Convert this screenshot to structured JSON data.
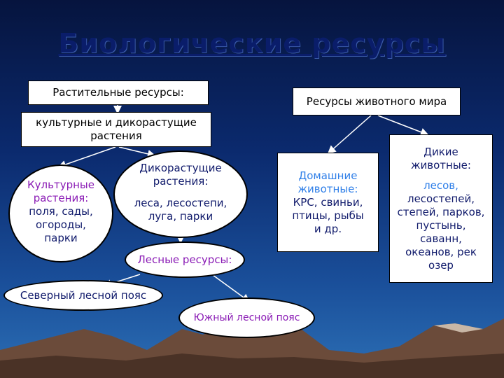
{
  "title": "Биологические ресурсы",
  "plant_resources": {
    "label": "Растительные ресурсы:"
  },
  "animal_resources": {
    "label": "Ресурсы животного мира"
  },
  "cultivated_wild": {
    "line1": "культурные и дикорастущие",
    "line2": "растения"
  },
  "cultivated_plants": {
    "heading_1": "Культурные",
    "heading_2": "растения:",
    "items_1": "поля, сады,",
    "items_2": "огороды,",
    "items_3": "парки"
  },
  "wild_plants": {
    "heading_1": "Дикорастущие",
    "heading_2": "растения:",
    "items_1": "леса, лесостепи,",
    "items_2": "луга, парки"
  },
  "forest_resources": {
    "label": "Лесные ресурсы:"
  },
  "northern_belt": {
    "label": "Северный лесной пояс"
  },
  "southern_belt": {
    "label": "Южный лесной пояс"
  },
  "domestic_animals": {
    "line1": "Домашние",
    "line2": "животные:",
    "line3": "КРС, свиньи,",
    "line4": "птицы, рыбы",
    "line5": "и др."
  },
  "wild_animals": {
    "line1": "Дикие",
    "line2": "животные:",
    "line3": "лесов,",
    "line4": "лесостепей,",
    "line5": "степей, парков,",
    "line6": "пустынь,",
    "line7": "саванн,",
    "line8": "океанов, рек",
    "line9": "озер"
  }
}
